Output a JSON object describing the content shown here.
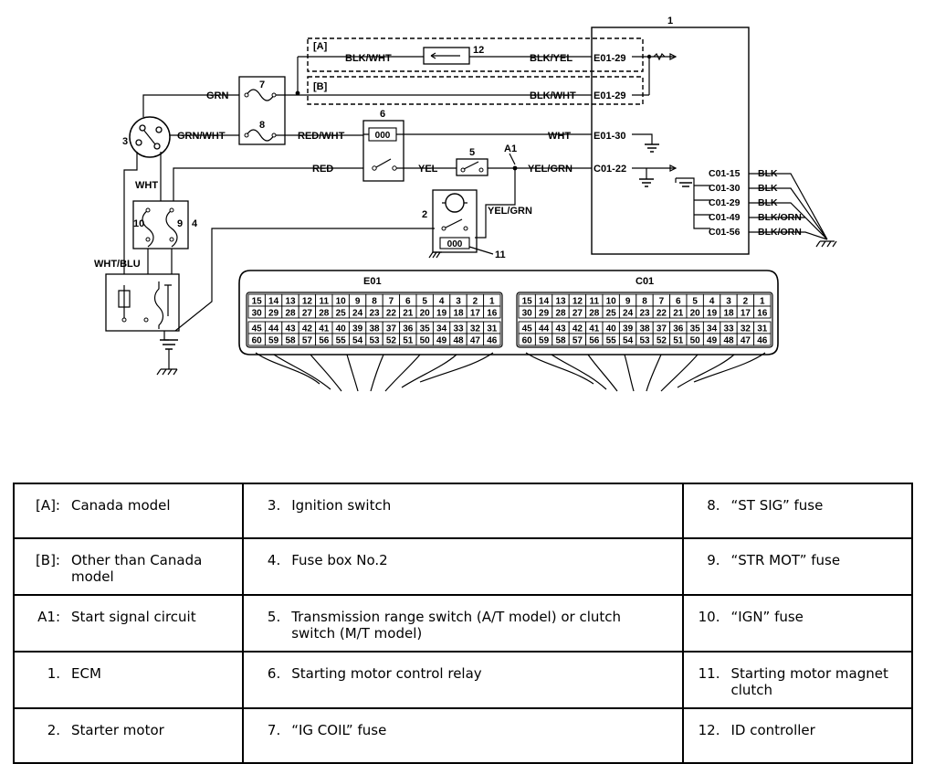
{
  "diagram": {
    "callouts": {
      "n1": "1",
      "n2": "2",
      "n3": "3",
      "n4": "4",
      "n5": "5",
      "n6": "6",
      "n7": "7",
      "n8": "8",
      "n9": "9",
      "n10": "10",
      "n11": "11",
      "n12": "12",
      "a1": "A1",
      "boxA": "[A]",
      "boxB": "[B]"
    },
    "wires": {
      "grn": "GRN",
      "grn_wht": "GRN/WHT",
      "red_wht": "RED/WHT",
      "red": "RED",
      "wht": "WHT",
      "wht_blu": "WHT/BLU",
      "yel": "YEL",
      "yel_grn_1": "YEL/GRN",
      "yel_grn_2": "YEL/GRN",
      "blk_wht_1": "BLK/WHT",
      "blk_yel": "BLK/YEL",
      "blk_wht_2": "BLK/WHT",
      "wht_2": "WHT",
      "blk_1": "BLK",
      "blk_2": "BLK",
      "blk_3": "BLK",
      "blk_orn_1": "BLK/ORN",
      "blk_orn_2": "BLK/ORN"
    },
    "terminals": {
      "e01_29a": "E01-29",
      "e01_29b": "E01-29",
      "e01_30": "E01-30",
      "c01_22": "C01-22",
      "c01_15": "C01-15",
      "c01_30": "C01-30",
      "c01_29": "C01-29",
      "c01_49": "C01-49",
      "c01_56": "C01-56"
    },
    "connectors": {
      "e01": {
        "name": "E01",
        "row1": [
          "15",
          "14",
          "13",
          "12",
          "11",
          "10",
          "9",
          "8",
          "7",
          "6",
          "5",
          "4",
          "3",
          "2",
          "1"
        ],
        "row2": [
          "30",
          "29",
          "28",
          "27",
          "28",
          "25",
          "24",
          "23",
          "22",
          "21",
          "20",
          "19",
          "18",
          "17",
          "16"
        ],
        "row3": [
          "45",
          "44",
          "43",
          "42",
          "41",
          "40",
          "39",
          "38",
          "37",
          "36",
          "35",
          "34",
          "33",
          "32",
          "31"
        ],
        "row4": [
          "60",
          "59",
          "58",
          "57",
          "56",
          "55",
          "54",
          "53",
          "52",
          "51",
          "50",
          "49",
          "48",
          "47",
          "46"
        ]
      },
      "c01": {
        "name": "C01",
        "row1": [
          "15",
          "14",
          "13",
          "12",
          "11",
          "10",
          "9",
          "8",
          "7",
          "6",
          "5",
          "4",
          "3",
          "2",
          "1"
        ],
        "row2": [
          "30",
          "29",
          "28",
          "27",
          "28",
          "25",
          "24",
          "23",
          "22",
          "21",
          "20",
          "19",
          "18",
          "17",
          "16"
        ],
        "row3": [
          "45",
          "44",
          "43",
          "42",
          "41",
          "40",
          "39",
          "38",
          "37",
          "36",
          "35",
          "34",
          "33",
          "32",
          "31"
        ],
        "row4": [
          "60",
          "59",
          "58",
          "57",
          "56",
          "55",
          "54",
          "53",
          "52",
          "51",
          "50",
          "49",
          "48",
          "47",
          "46"
        ]
      }
    },
    "relay_code": "000"
  },
  "legend": {
    "rows": [
      [
        {
          "num": "[A]:",
          "text": "Canada model"
        },
        {
          "num": "3.",
          "text": "Ignition switch"
        },
        {
          "num": "8.",
          "text": "“ST SIG” fuse"
        }
      ],
      [
        {
          "num": "[B]:",
          "text": "Other than Canada model"
        },
        {
          "num": "4.",
          "text": "Fuse box No.2"
        },
        {
          "num": "9.",
          "text": "“STR MOT” fuse"
        }
      ],
      [
        {
          "num": "A1:",
          "text": "Start signal circuit"
        },
        {
          "num": "5.",
          "text": "Transmission range switch (A/T model) or clutch switch (M/T model)"
        },
        {
          "num": "10.",
          "text": "“IGN” fuse"
        }
      ],
      [
        {
          "num": "1.",
          "text": "ECM"
        },
        {
          "num": "6.",
          "text": "Starting motor control relay"
        },
        {
          "num": "11.",
          "text": "Starting motor magnet clutch"
        }
      ],
      [
        {
          "num": "2.",
          "text": "Starter motor"
        },
        {
          "num": "7.",
          "text": "“IG COIL” fuse"
        },
        {
          "num": "12.",
          "text": "ID controller"
        }
      ]
    ]
  }
}
